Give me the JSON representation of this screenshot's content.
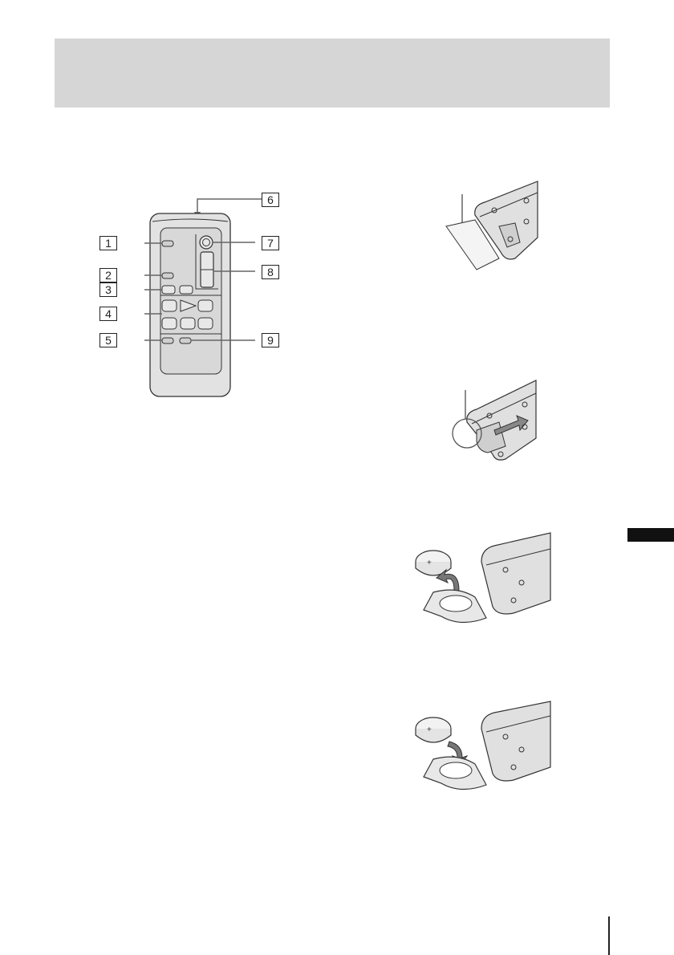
{
  "remote": {
    "callouts": [
      "1",
      "2",
      "3",
      "4",
      "5",
      "6",
      "7",
      "8",
      "9"
    ]
  },
  "colors": {
    "header_band": "#d6d6d6",
    "thumb_tab": "#111111",
    "remote_body": "#e2e2e2",
    "remote_panel": "#cfcfcf"
  },
  "icons": {
    "battery": "lithium-coin-cell",
    "play": "play-triangle",
    "arrow": "insert-arrow"
  }
}
